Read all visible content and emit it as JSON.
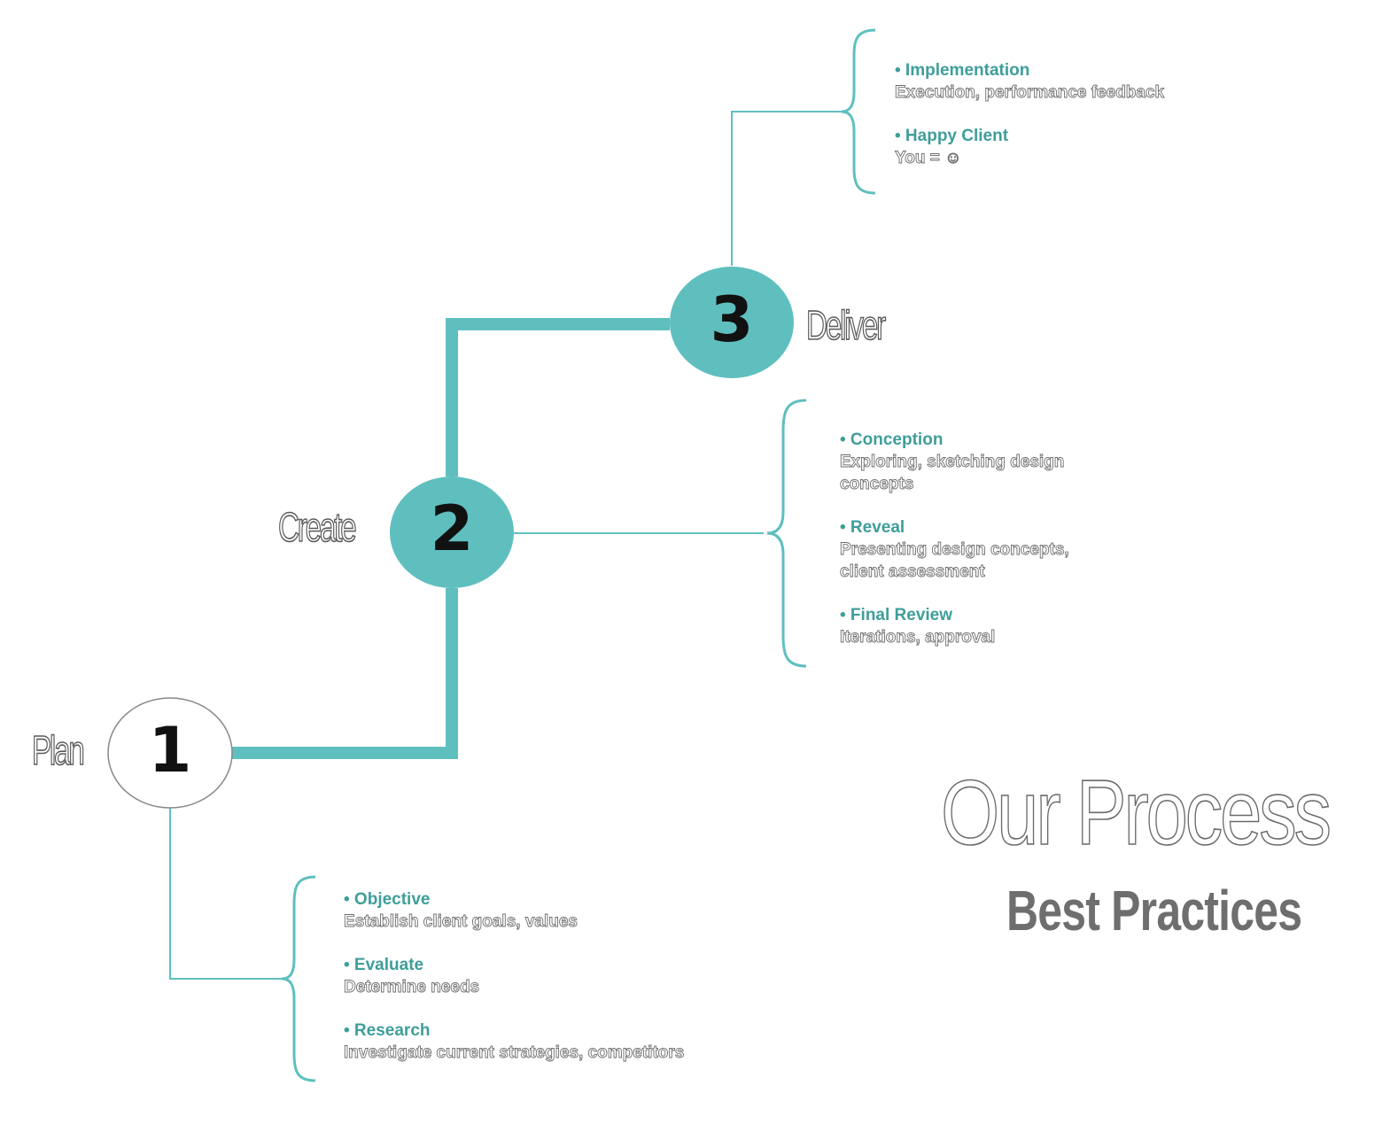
{
  "colors": {
    "accent": "#5fbfbf",
    "accent_text": "#3e9e9a",
    "outline_gray": "#6e6e6e",
    "number": "#111111"
  },
  "title": "Our Process",
  "subtitle": "Best Practices",
  "stages": [
    {
      "number": "1",
      "label": "Plan",
      "items": [
        {
          "title": "• Objective",
          "desc": "Establish client goals, values"
        },
        {
          "title": "• Evaluate",
          "desc": "Determine needs"
        },
        {
          "title": "• Research",
          "desc": "Investigate current strategies, competitors"
        }
      ]
    },
    {
      "number": "2",
      "label": "Create",
      "items": [
        {
          "title": "• Conception",
          "desc": "Exploring, sketching design concepts"
        },
        {
          "title": "• Reveal",
          "desc": "Presenting design concepts, client assessment"
        },
        {
          "title": "• Final Review",
          "desc": "Iterations, approval"
        }
      ]
    },
    {
      "number": "3",
      "label": "Deliver",
      "items": [
        {
          "title": "• Implementation",
          "desc": "Execution, performance feedback"
        },
        {
          "title": "• Happy Client",
          "desc": "You = ☺"
        }
      ]
    }
  ]
}
